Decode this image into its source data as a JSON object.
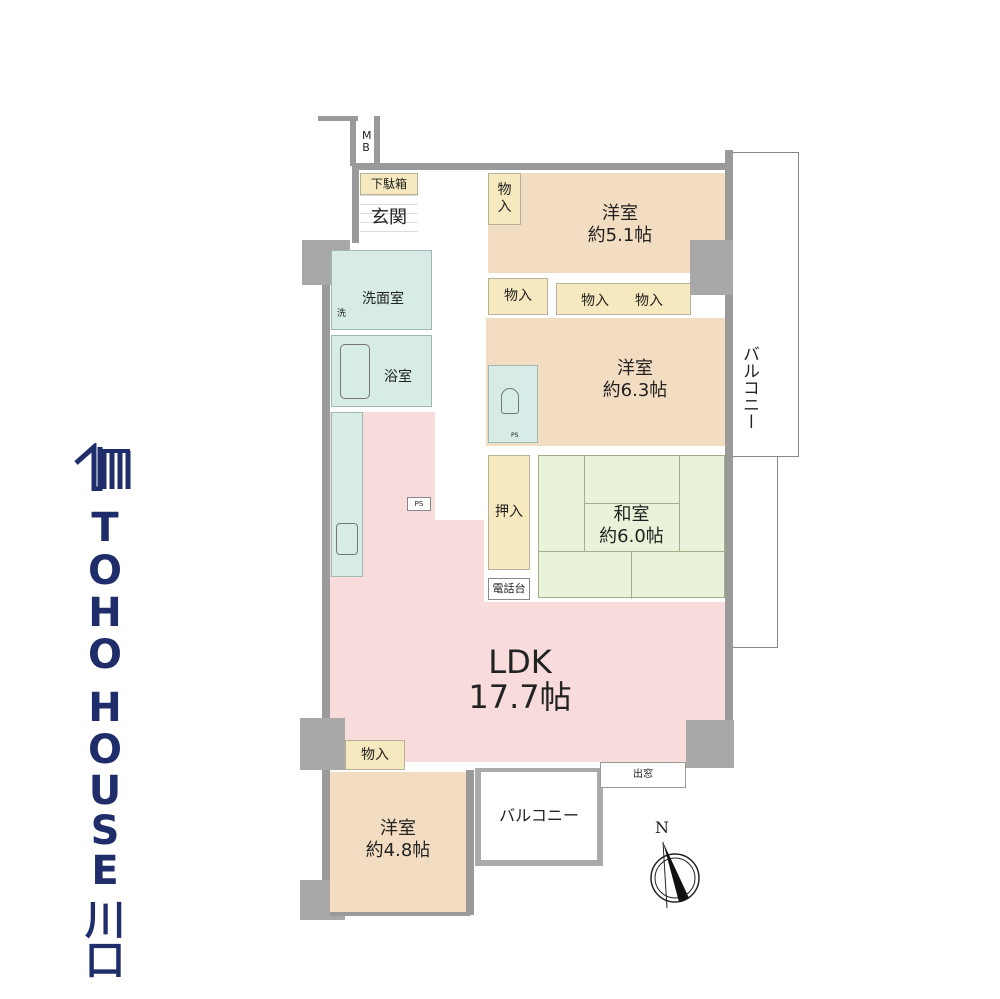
{
  "logo": {
    "brand": "TOHO HOUSE",
    "letters": [
      "T",
      "O",
      "H",
      "O",
      "H",
      "O",
      "U",
      "S",
      "E",
      "川",
      "口"
    ],
    "color": "#1f2d6b"
  },
  "rooms": {
    "mb": "M B",
    "shoe_box": "下駄箱",
    "entrance": "玄関",
    "washroom": "洗面室",
    "washer": "洗",
    "bath": "浴室",
    "ps1": "PS",
    "ps2": "PS",
    "closet_top": "物入",
    "bed1": {
      "name": "洋室",
      "size": "約5.1帖"
    },
    "closet_a": "物入",
    "closet_b": "物入",
    "closet_c": "物入",
    "bed2": {
      "name": "洋室",
      "size": "約6.3帖"
    },
    "oshiire": "押入",
    "washitsu": {
      "name": "和室",
      "size": "約6.0帖"
    },
    "phone": "電話台",
    "ldk": {
      "name": "LDK",
      "size": "17.7帖"
    },
    "closet_bottom": "物入",
    "bed3": {
      "name": "洋室",
      "size": "約4.8帖"
    },
    "balcony_small": "バルコニー",
    "bay_window": "出窓",
    "balcony_side": "バルコニー"
  },
  "compass": "N",
  "colors": {
    "pink": "#f8dcdc",
    "beige": "#f3ddc2",
    "teal": "#d7ece7",
    "green": "#e9f3d9",
    "cream": "#f6e9bf"
  }
}
